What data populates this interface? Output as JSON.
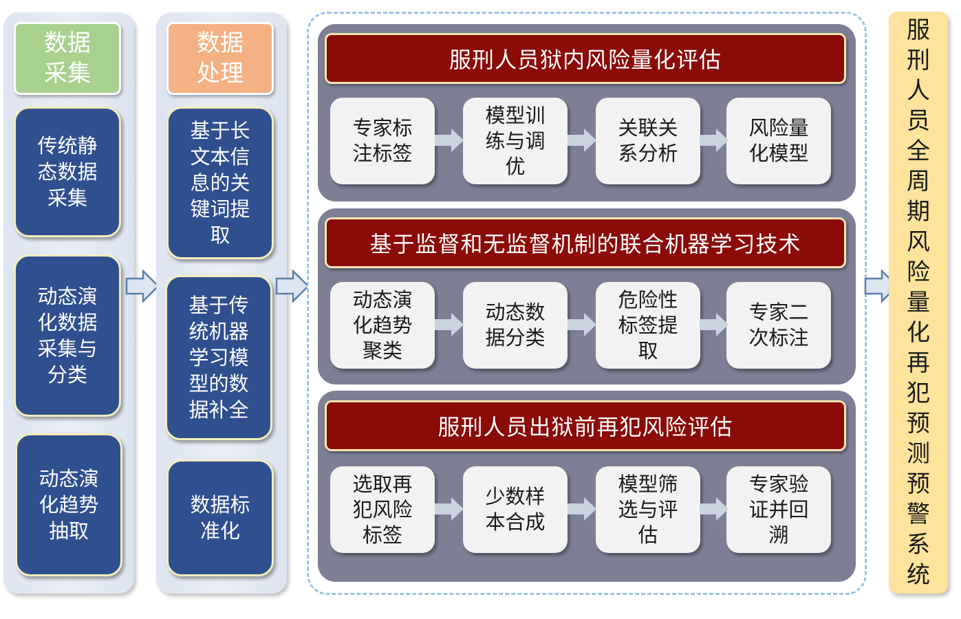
{
  "data_collection": {
    "header": "数据采集",
    "items": [
      "传统静态数据采集",
      "动态演化数据采集与分类",
      "动态演化趋势抽取"
    ]
  },
  "data_processing": {
    "header": "数据处理",
    "items": [
      "基于长文本信息的关键词提取",
      "基于传统机器学习模型的数据补全",
      "数据标准化"
    ]
  },
  "sections": [
    {
      "title": "服刑人员狱内风险量化评估",
      "steps": [
        "专家标注标签",
        "模型训练与调优",
        "关联关系分析",
        "风险量化模型"
      ]
    },
    {
      "title": "基于监督和无监督机制的联合机器学习技术",
      "steps": [
        "动态演化趋势聚类",
        "动态数据分类",
        "危险性标签提取",
        "专家二次标注"
      ]
    },
    {
      "title": "服刑人员出狱前再犯风险评估",
      "steps": [
        "选取再犯风险标签",
        "少数样本合成",
        "模型筛选与评估",
        "专家验证并回溯"
      ]
    }
  ],
  "output": {
    "label": "服刑人员全周期风险量化再犯预测预警系统"
  },
  "colors": {
    "green_header": "#a9d18e",
    "orange_header": "#f4b183",
    "blue_box": "#2f4f8f",
    "section_bg": "#7e7f95",
    "title_red": "#8b0b09",
    "output_yellow": "#fde39b"
  }
}
